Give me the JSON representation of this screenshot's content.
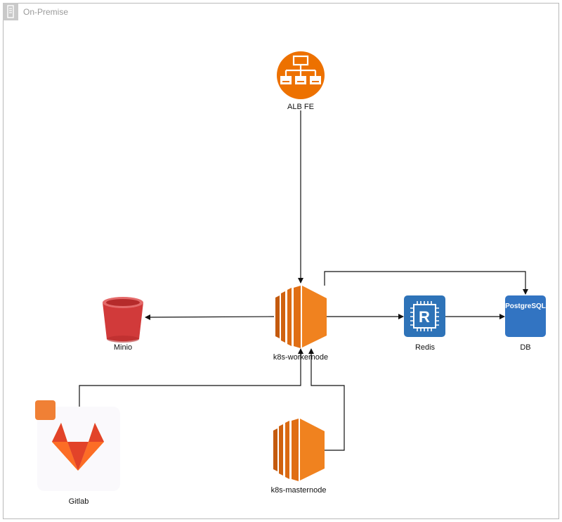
{
  "frame": {
    "title": "On-Premise",
    "icon": "server-icon"
  },
  "nodes": {
    "alb": {
      "label": "ALB FE",
      "icon": "load-balancer-icon",
      "color": "#ED7100"
    },
    "worker": {
      "label": "k8s-workernode",
      "icon": "ec2-instance-icon",
      "color": "#ED7100"
    },
    "master": {
      "label": "k8s-masternode",
      "icon": "ec2-instance-icon",
      "color": "#ED7100"
    },
    "minio": {
      "label": "Minio",
      "icon": "bucket-icon",
      "color": "#D13A3A"
    },
    "redis": {
      "label": "Redis",
      "icon": "redis-chip-icon",
      "chip_text": "R",
      "color": "#2E73B8"
    },
    "db": {
      "label": "DB",
      "icon": "postgresql-icon",
      "badge_text": "PostgreSQL",
      "color": "#3274C2"
    },
    "gitlab": {
      "label": "Gitlab",
      "icon": "gitlab-icon",
      "color": "#E24329"
    }
  },
  "edges": [
    {
      "from": "alb",
      "to": "worker"
    },
    {
      "from": "worker",
      "to": "minio"
    },
    {
      "from": "worker",
      "to": "redis"
    },
    {
      "from": "redis",
      "to": "db"
    },
    {
      "from": "worker",
      "to": "db"
    },
    {
      "from": "gitlab",
      "to": "worker"
    },
    {
      "from": "master",
      "to": "worker"
    }
  ]
}
